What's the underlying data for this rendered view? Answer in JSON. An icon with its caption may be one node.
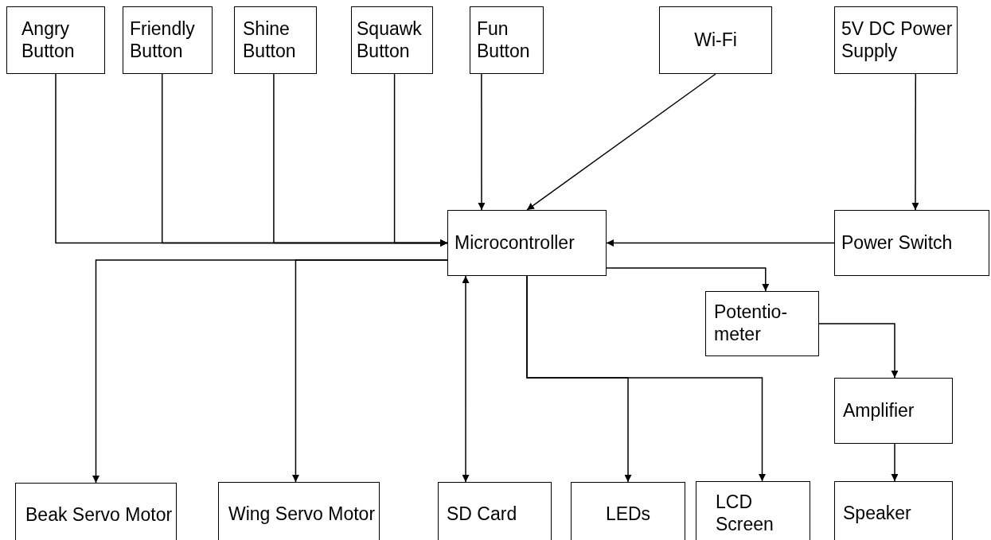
{
  "diagram": {
    "nodes": [
      {
        "text": [
          "Angry Button"
        ]
      },
      {
        "text": [
          "Friendly Button"
        ]
      },
      {
        "text": [
          "Shine Button"
        ]
      },
      {
        "text": [
          "Squawk Button"
        ]
      },
      {
        "text": [
          "Fun Button"
        ]
      },
      {
        "text": [
          "Wi-Fi"
        ]
      },
      {
        "text": [
          "5V DC Power Supply"
        ]
      },
      {
        "text": [
          "Microcontroller"
        ]
      },
      {
        "text": [
          "Power Switch"
        ]
      },
      {
        "text": [
          "Potentio- meter"
        ]
      },
      {
        "text": [
          "Amplifier"
        ]
      },
      {
        "text": [
          "Beak Servo Motor"
        ]
      },
      {
        "text": [
          "Wing Servo Motor"
        ]
      },
      {
        "text": [
          "SD Card"
        ]
      },
      {
        "text": [
          "LEDs"
        ]
      },
      {
        "text": [
          "LCD Screen"
        ]
      },
      {
        "text": [
          "Speaker"
        ]
      }
    ],
    "edges": [
      {
        "from": 0,
        "to": 7,
        "arrow": "to"
      },
      {
        "from": 1,
        "to": 7,
        "arrow": "to"
      },
      {
        "from": 2,
        "to": 7,
        "arrow": "to"
      },
      {
        "from": 3,
        "to": 7,
        "arrow": "to"
      },
      {
        "from": 4,
        "to": 7,
        "arrow": "to"
      },
      {
        "from": 5,
        "to": 7,
        "arrow": "to"
      },
      {
        "from": 6,
        "to": 8,
        "arrow": "to"
      },
      {
        "from": 8,
        "to": 7,
        "arrow": "to"
      },
      {
        "from": 7,
        "to": 11,
        "arrow": "to"
      },
      {
        "from": 7,
        "to": 12,
        "arrow": "to"
      },
      {
        "from": 7,
        "to": 13,
        "arrow": "both"
      },
      {
        "from": 7,
        "to": 14,
        "arrow": "to"
      },
      {
        "from": 7,
        "to": 15,
        "arrow": "to"
      },
      {
        "from": 7,
        "to": 9,
        "arrow": "to"
      },
      {
        "from": 9,
        "to": 10,
        "arrow": "to"
      },
      {
        "from": 10,
        "to": 16,
        "arrow": "to"
      }
    ]
  }
}
